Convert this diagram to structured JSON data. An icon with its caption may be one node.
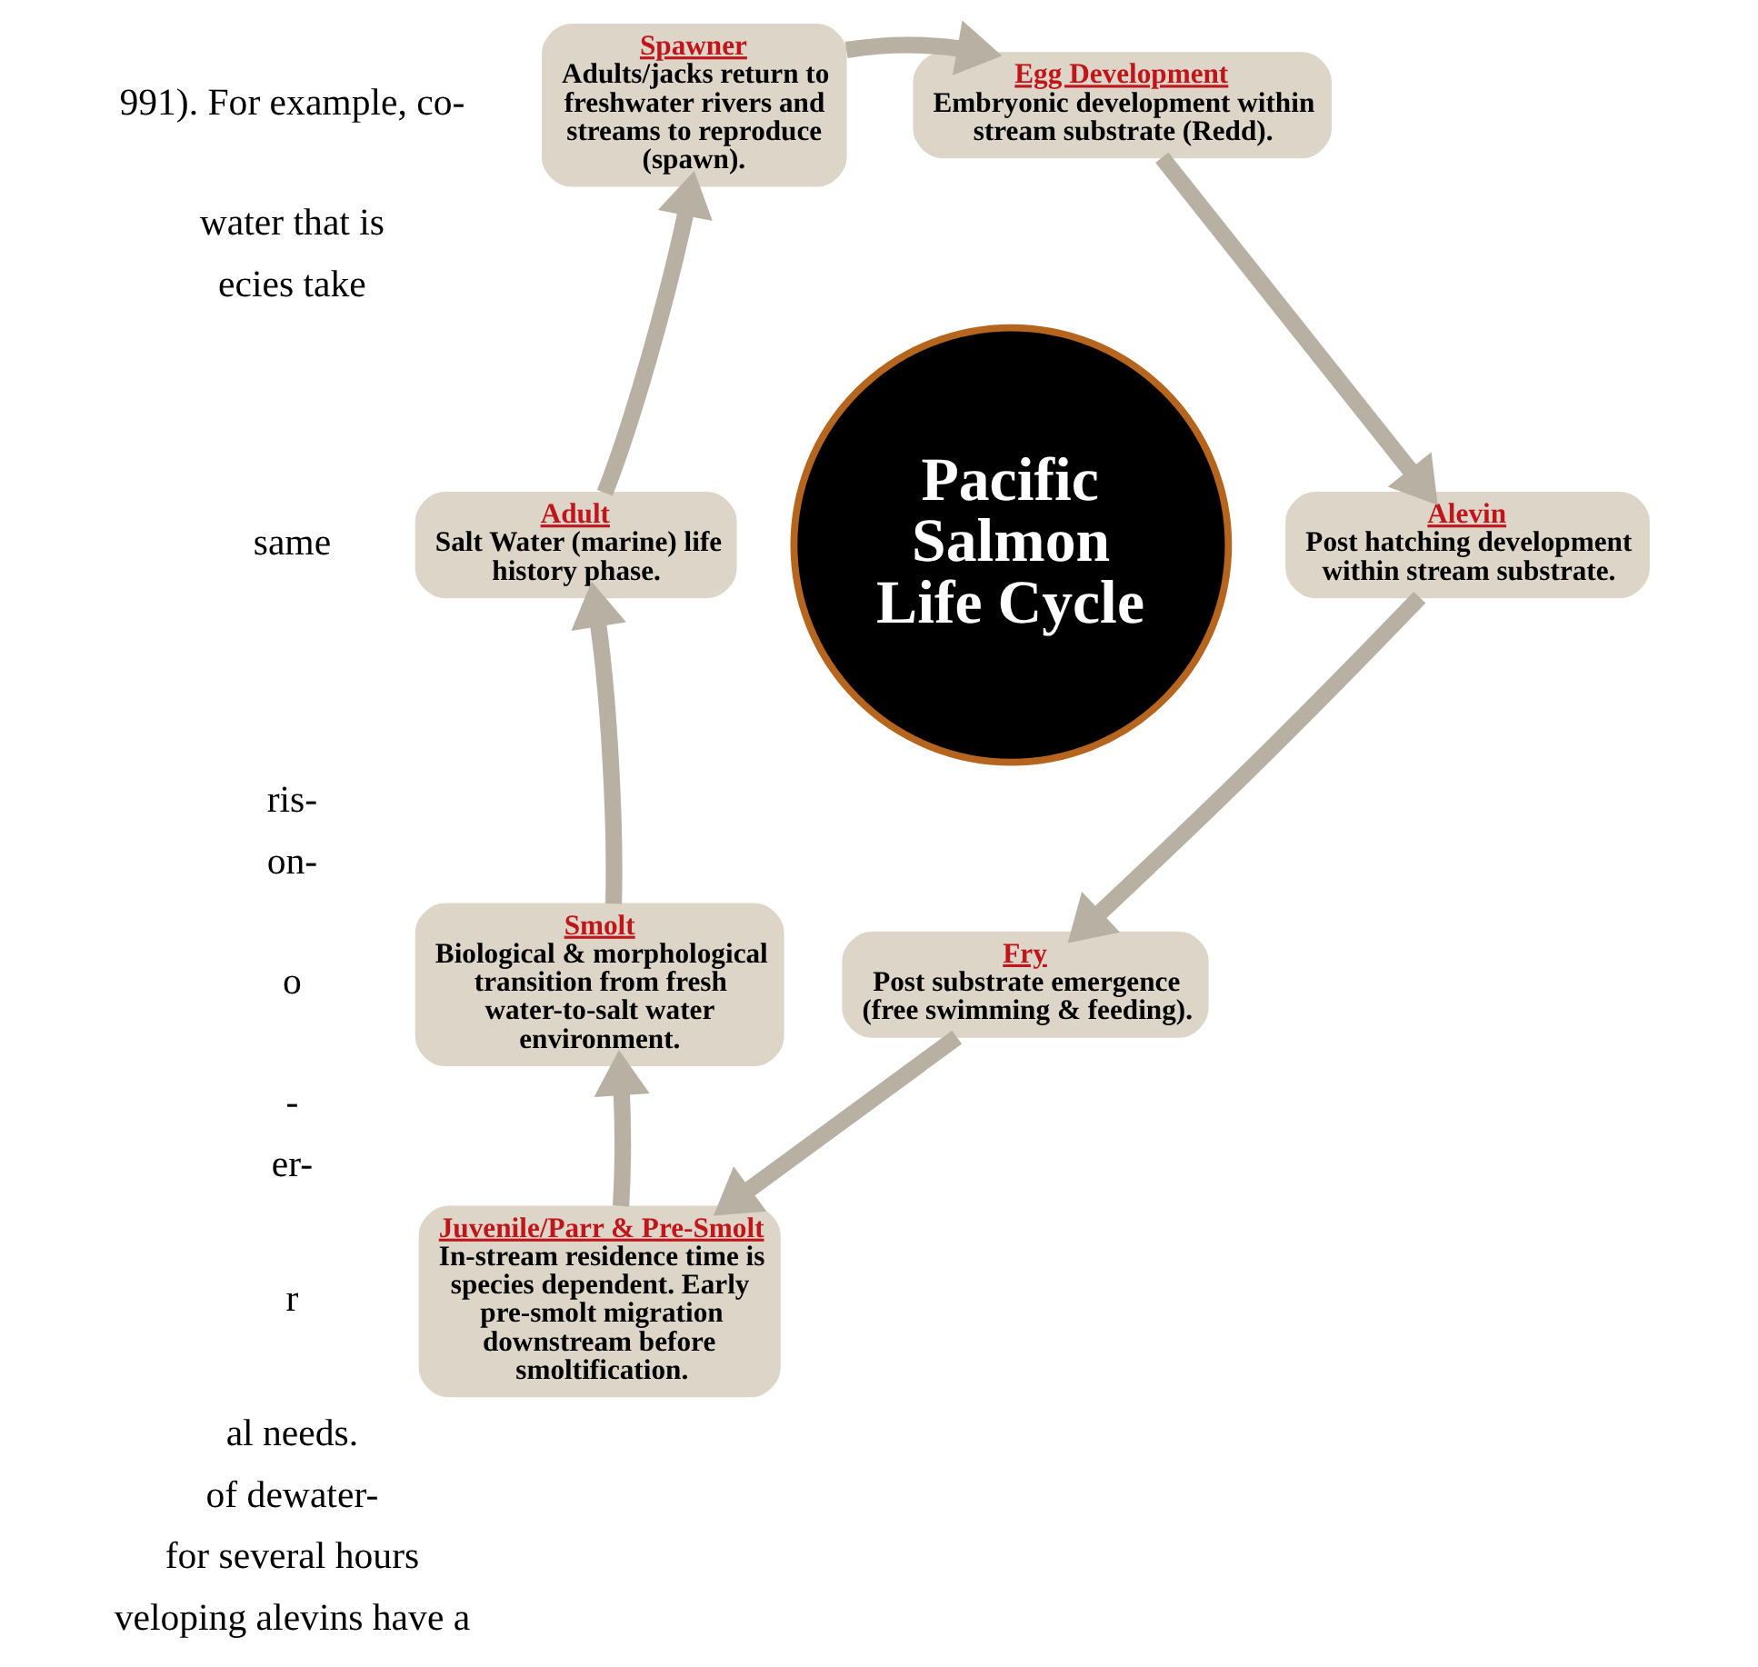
{
  "diagram": {
    "nodes": [
      {
        "text": [
          "Pacific Salmon Life Cycle"
        ]
      },
      {
        "text": [
          "Spawner",
          "Adults/jacks return to freshwater rivers and streams to reproduce (spawn)."
        ]
      },
      {
        "text": [
          "Egg Development",
          "Embryonic development within stream substrate (Redd)."
        ]
      },
      {
        "text": [
          "Alevin",
          "Post hatching development within stream substrate."
        ]
      },
      {
        "text": [
          "Fry",
          "Post substrate emergence (free swimming & feeding)."
        ]
      },
      {
        "text": [
          "Juvenile/Parr & Pre-Smolt",
          "In-stream residence time is species dependent. Early pre-smolt migration downstream before smoltification."
        ]
      },
      {
        "text": [
          "Smolt",
          "Biological & morphological transition from fresh water-to-salt water environment."
        ]
      },
      {
        "text": [
          "Adult",
          "Salt Water (marine) life history phase."
        ]
      }
    ],
    "edges": [
      {
        "from": 1,
        "to": 2,
        "arrow": "to"
      },
      {
        "from": 2,
        "to": 3,
        "arrow": "to"
      },
      {
        "from": 3,
        "to": 4,
        "arrow": "to"
      },
      {
        "from": 4,
        "to": 5,
        "arrow": "to"
      },
      {
        "from": 5,
        "to": 6,
        "arrow": "to"
      },
      {
        "from": 6,
        "to": 7,
        "arrow": "to"
      },
      {
        "from": 7,
        "to": 1,
        "arrow": "to"
      }
    ],
    "labels": [
      "991). For example, co-",
      "water that is",
      "ecies take",
      "same",
      "ris-",
      "on-",
      "o",
      "-",
      "er-",
      "r",
      "al needs.",
      "of dewater-",
      "for several hours",
      "veloping alevins have a"
    ]
  }
}
